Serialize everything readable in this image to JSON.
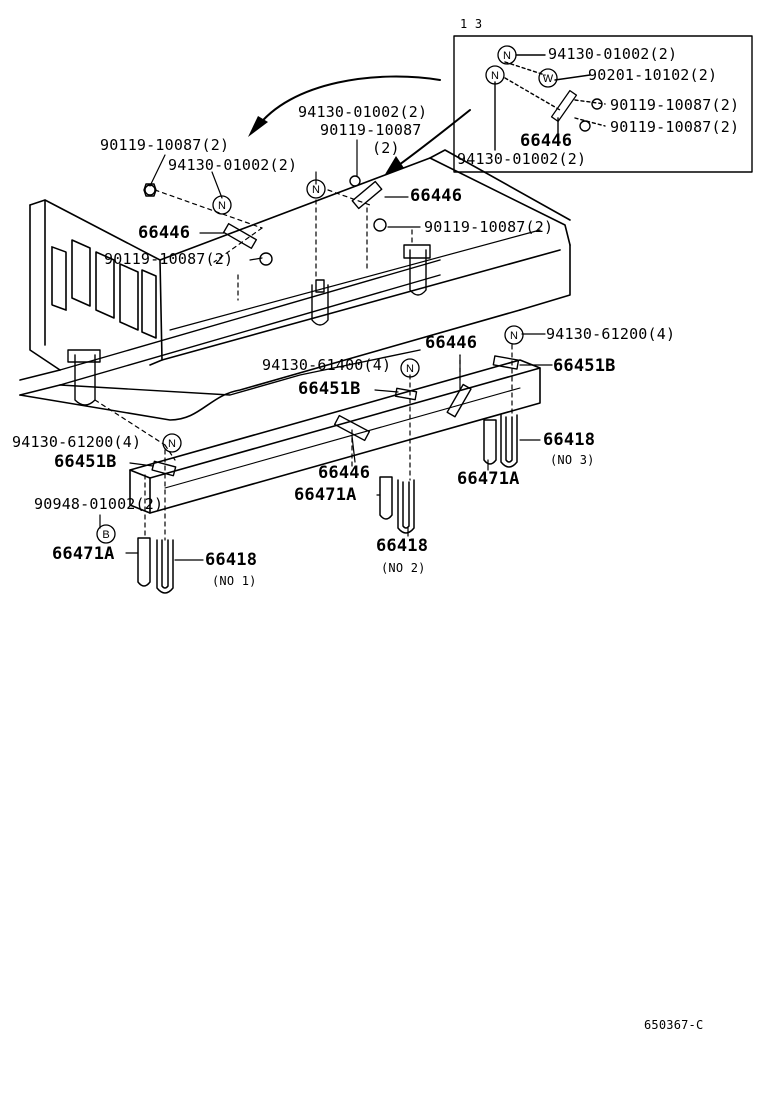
{
  "inset_title": "1 3",
  "footer_code": "650367-C",
  "symbols": {
    "nut": "N",
    "washer": "W",
    "bolt": "B"
  },
  "labels": {
    "inset_nut_top": "94130-01002(2)",
    "inset_washer": "90201-10102(2)",
    "inset_bolt_a": "90119-10087(2)",
    "inset_bolt_b": "90119-10087(2)",
    "inset_plate": "66446",
    "inset_nut_bottom": "94130-01002(2)",
    "top_nut_mid": "94130-01002(2)",
    "top_bolt_mid": "90119-10087",
    "top_bolt_mid_qty": "(2)",
    "top_plate_mid": "66446",
    "top_bolt_mid2": "90119-10087(2)",
    "left_bolt": "90119-10087(2)",
    "left_nut": "94130-01002(2)",
    "left_plate": "66446",
    "left_bolt2": "90119-10087(2)",
    "right_nut": "94130-61200(4)",
    "right_plate": "66446",
    "right_pad": "66451B",
    "mid_nut": "94130-61400(4)",
    "mid_pad": "66451B",
    "rb_bolt": "66418",
    "rb_bolt_no": "(NO 3)",
    "rb_spacer": "66471A",
    "left_nut2": "94130-61200(4)",
    "left_pad": "66451B",
    "mid_plate": "66446",
    "mid_spacer": "66471A",
    "left_bolt3": "90948-01002(2)",
    "mid_bolt": "66418",
    "mid_bolt_no": "(NO 2)",
    "lb_spacer": "66471A",
    "lb_bolt": "66418",
    "lb_bolt_no": "(NO 1)"
  }
}
